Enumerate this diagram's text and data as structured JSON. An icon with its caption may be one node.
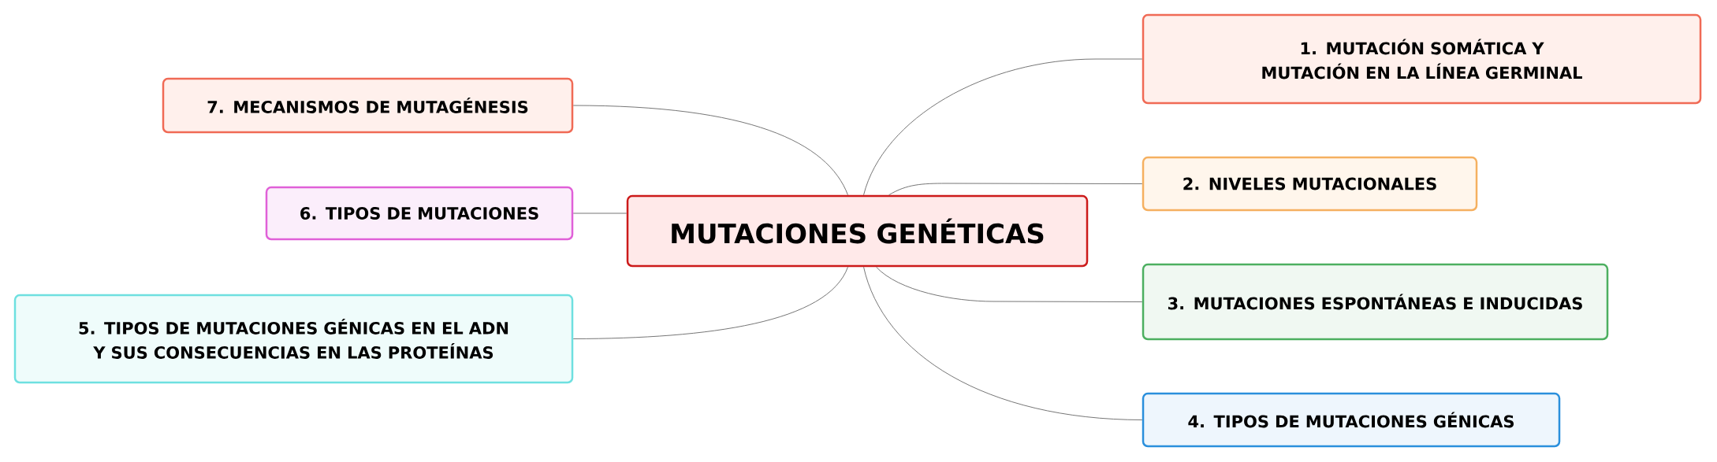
{
  "diagram": {
    "nodes": [
      {
        "text": [
          "MUTACIONES GENÉTICAS"
        ]
      },
      {
        "text": [
          "1. MUTACIÓN SOMÁTICA Y MUTACIÓN EN LA LÍNEA GERMINAL"
        ]
      },
      {
        "text": [
          "2. NIVELES MUTACIONALES"
        ]
      },
      {
        "text": [
          "3. MUTACIONES ESPONTÁNEAS E INDUCIDAS"
        ]
      },
      {
        "text": [
          "4. TIPOS DE MUTACIONES GÉNICAS"
        ]
      },
      {
        "text": [
          "5. TIPOS DE MUTACIONES GÉNICAS EN EL ADN Y SUS CONSECUENCIAS EN LAS PROTEÍNAS"
        ]
      },
      {
        "text": [
          "6. TIPOS DE MUTACIONES"
        ]
      },
      {
        "text": [
          "7. MECANISMOS DE MUTAGÉNESIS"
        ]
      }
    ],
    "edges": [
      {
        "from": 0,
        "to": 1,
        "arrow": "none"
      },
      {
        "from": 0,
        "to": 2,
        "arrow": "none"
      },
      {
        "from": 0,
        "to": 3,
        "arrow": "none"
      },
      {
        "from": 0,
        "to": 4,
        "arrow": "none"
      },
      {
        "from": 0,
        "to": 5,
        "arrow": "none"
      },
      {
        "from": 0,
        "to": 6,
        "arrow": "none"
      },
      {
        "from": 0,
        "to": 7,
        "arrow": "none"
      }
    ]
  }
}
